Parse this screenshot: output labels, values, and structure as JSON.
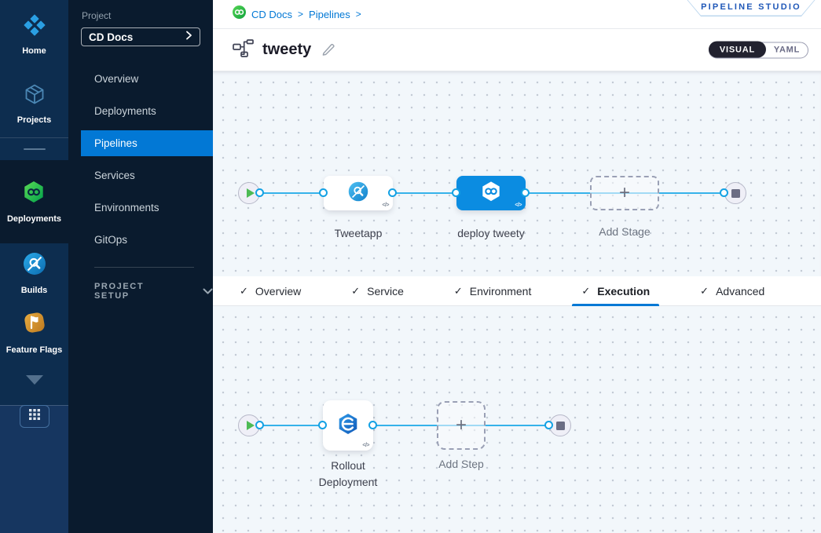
{
  "glyphs": {
    "plus": "+",
    "check": "✓",
    "code": "</>",
    "breadcrumb_separator": ">"
  },
  "colors": {
    "accent_blue": "#0278d5",
    "flow_line_blue": "#36b2ea",
    "selected_node_blue": "#0b8ce1",
    "success_green": "#4dba54",
    "badge_text_blue": "#2058b8",
    "rail_bg": "#0d2d4f",
    "sidebar_bg": "#0a1b2e",
    "canvas_bg": "#f2f7fb"
  },
  "rail": {
    "items": [
      {
        "label": "Home",
        "icon": "home-icon"
      },
      {
        "label": "Projects",
        "icon": "projects-icon"
      },
      {
        "label": "Deployments",
        "icon": "deployments-icon",
        "active": true
      },
      {
        "label": "Builds",
        "icon": "builds-icon"
      },
      {
        "label": "Feature Flags",
        "icon": "feature-flags-icon"
      }
    ]
  },
  "subnav": {
    "project_label": "Project",
    "project_name": "CD Docs",
    "items": [
      "Overview",
      "Deployments",
      "Pipelines",
      "Services",
      "Environments",
      "GitOps"
    ],
    "active_item": "Pipelines",
    "setup_label": "PROJECT SETUP"
  },
  "header": {
    "breadcrumb": {
      "items": [
        "CD Docs",
        "Pipelines"
      ]
    },
    "studio_badge": "PIPELINE STUDIO",
    "pipeline_name": "tweety",
    "mode_toggle": {
      "options": [
        "VISUAL",
        "YAML"
      ],
      "active": "VISUAL"
    }
  },
  "stage_canvas": {
    "stages": [
      {
        "name": "Tweetapp",
        "icon": "ci-build-icon"
      },
      {
        "name": "deploy tweety",
        "icon": "cd-deploy-icon",
        "selected": true
      }
    ],
    "add_stage_label": "Add Stage"
  },
  "section_tabs": {
    "items": [
      {
        "label": "Overview",
        "checked": true
      },
      {
        "label": "Service",
        "checked": true
      },
      {
        "label": "Environment",
        "checked": true
      },
      {
        "label": "Execution",
        "checked": true,
        "active": true
      },
      {
        "label": "Advanced",
        "checked": true
      }
    ]
  },
  "step_canvas": {
    "steps": [
      {
        "name": "Rollout Deployment",
        "icon": "rollout-deployment-icon"
      }
    ],
    "add_step_label": "Add Step"
  }
}
